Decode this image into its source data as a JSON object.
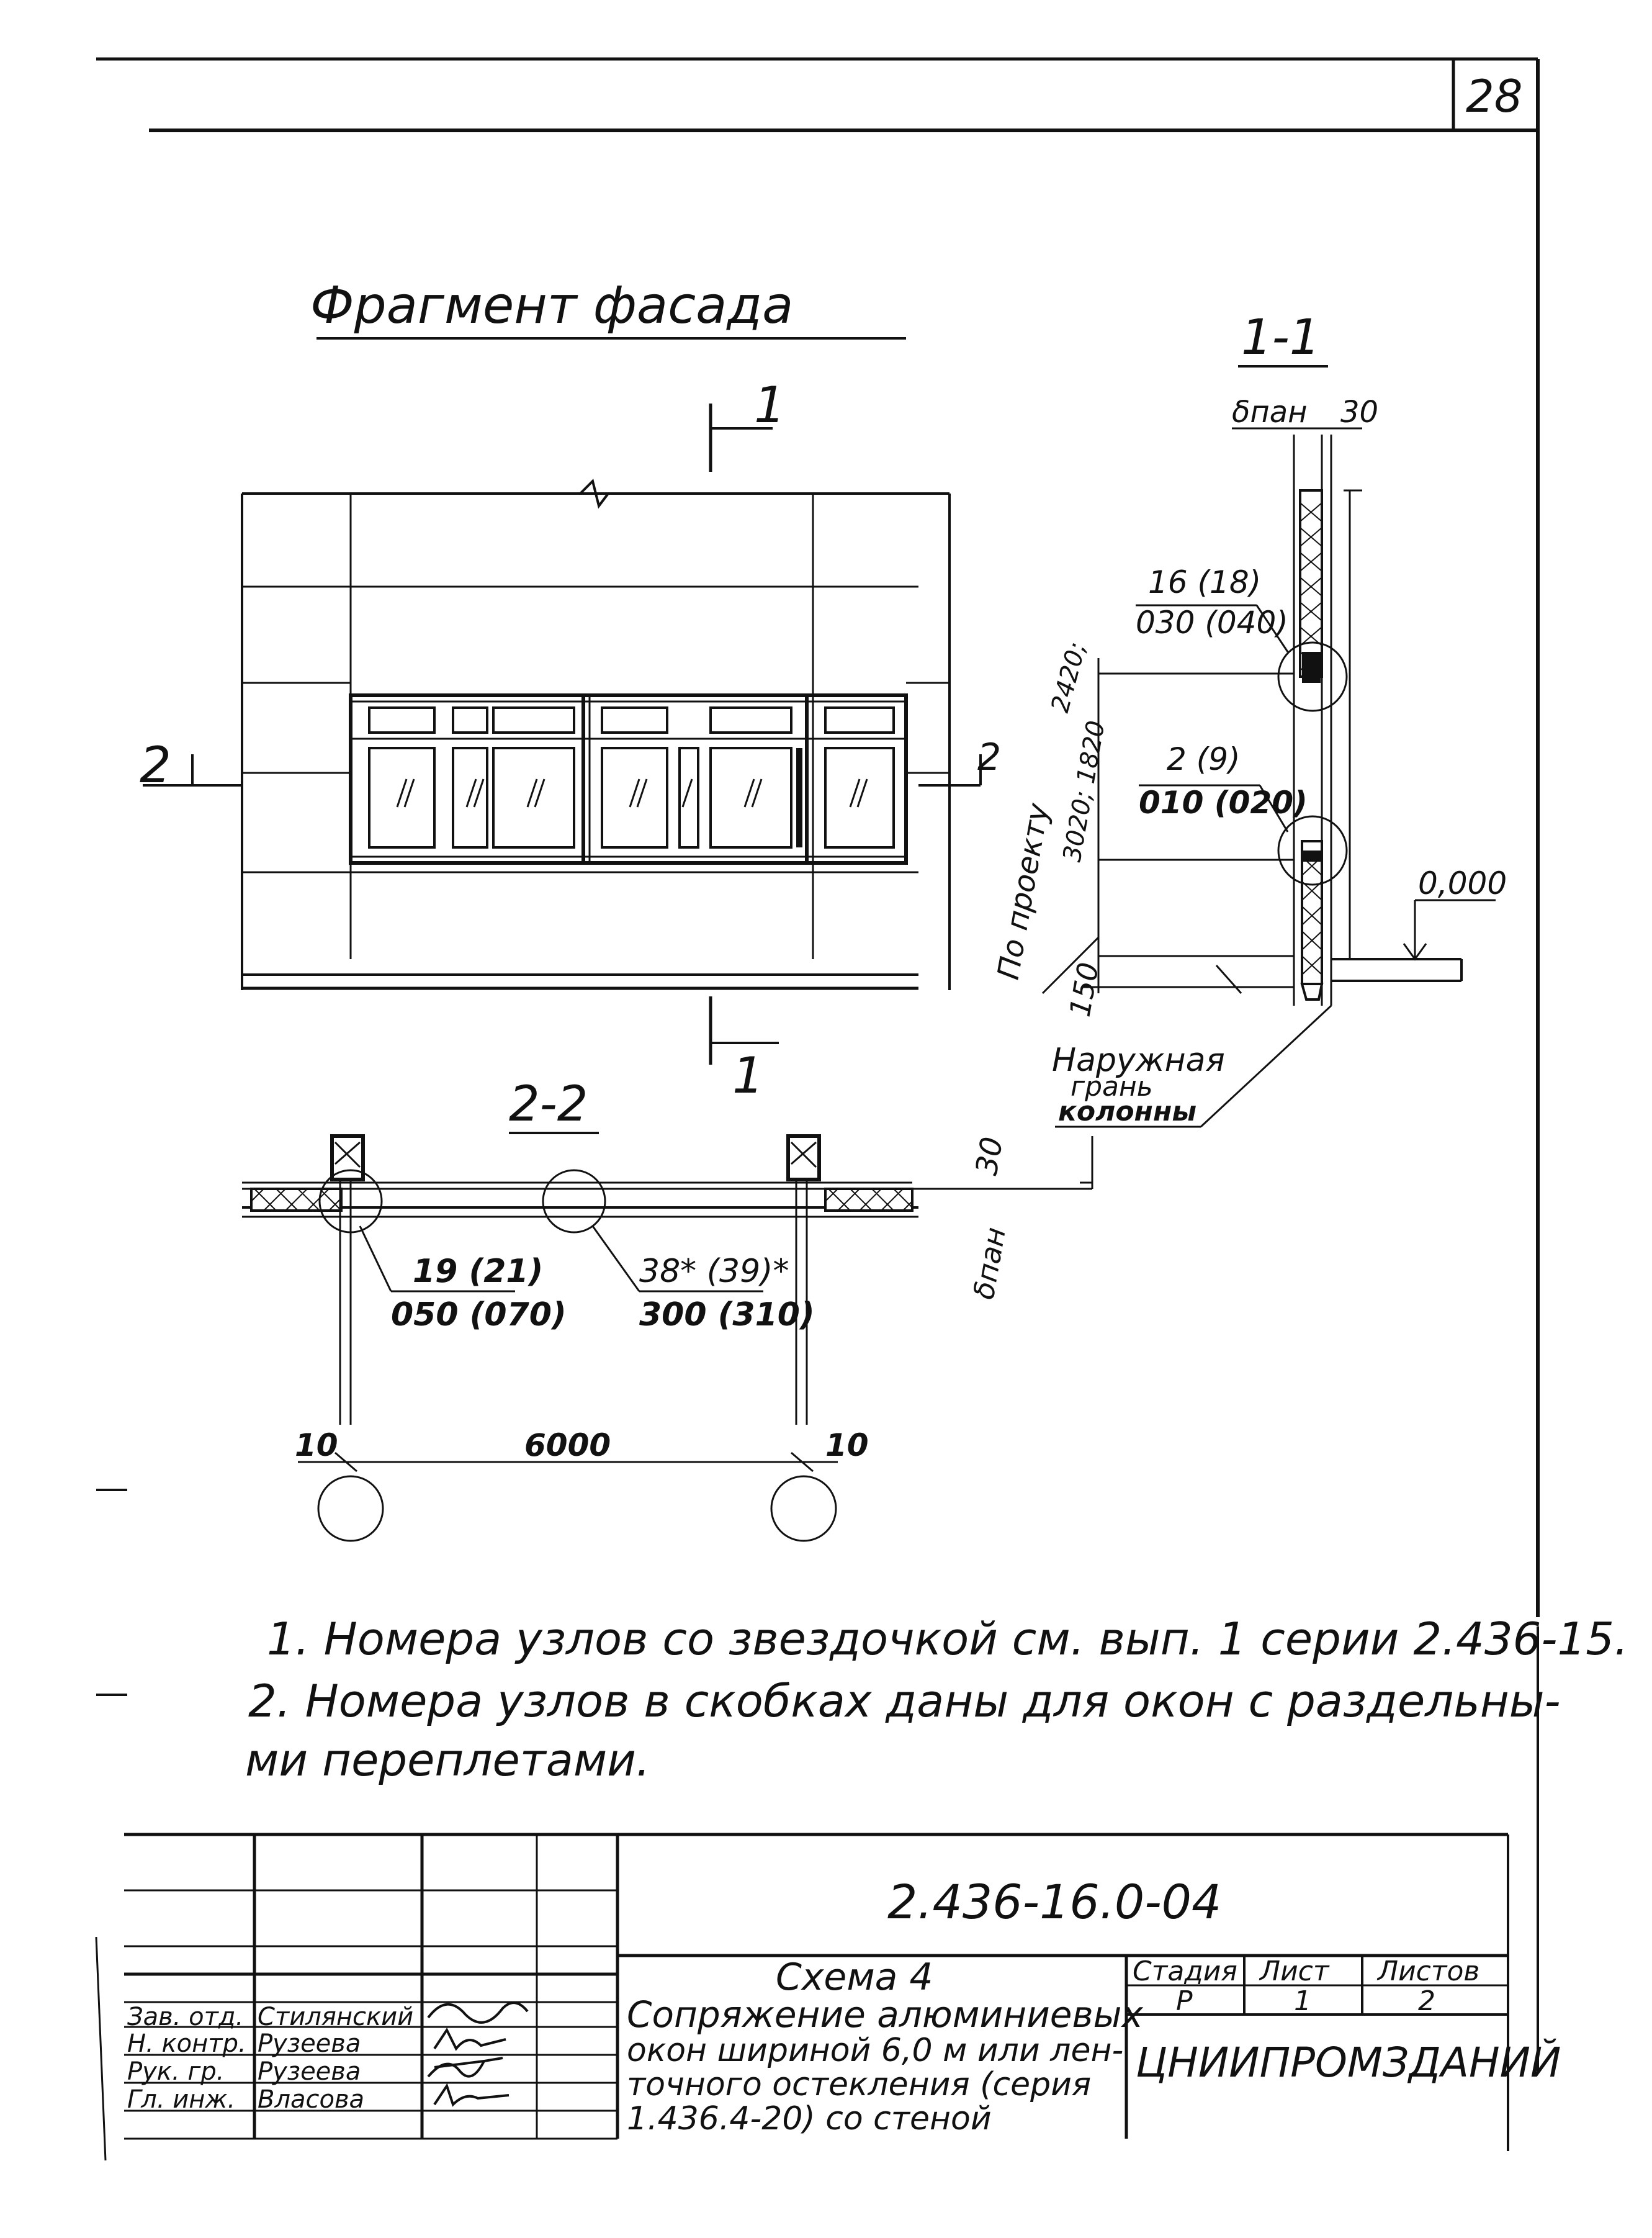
{
  "sheet": {
    "page_number": "28",
    "section_axis_label_1": "1",
    "section_axis_label_2": "2"
  },
  "facade": {
    "title": "Фрагмент фасада"
  },
  "section_1_1": {
    "title": "1-1",
    "top_label_bpan": "δпан",
    "top_label_30": "30",
    "node_upper_num": "16 (18)",
    "node_upper_code": "030 (040)",
    "node_lower_num": "2 (9)",
    "node_lower_code": "010 (020)",
    "vertical_dim_label": "По проекту",
    "vertical_dim_values_a": "2420;",
    "vertical_dim_values_b": "3020; 1820",
    "dim_150": "150",
    "level_mark": "0,000",
    "outer_face_label_1": "Наружная",
    "outer_face_label_2": "грань",
    "outer_face_label_3": "колонны"
  },
  "section_2_2": {
    "title": "2-2",
    "dim_30": "30",
    "dim_bpan": "δпан",
    "node_left_num": "19 (21)",
    "node_left_code": "050 (070)",
    "node_mid_num": "38* (39)*",
    "node_mid_code": "300 (310)",
    "dim_left_10": "10",
    "dim_span": "6000",
    "dim_right_10": "10"
  },
  "notes": {
    "line1": "1. Номера узлов со звездочкой см. вып. 1 серии 2.436-15.",
    "line2": "2. Номера узлов в скобках даны для окон с раздельны-",
    "line3": "ми переплетами."
  },
  "title_block": {
    "document_code": "2.436-16.0-04",
    "scheme_title": "Схема 4",
    "description_l1": "Сопряжение алюминиевых",
    "description_l2": "окон шириной 6,0 м или лен-",
    "description_l3": "точного остекления (серия",
    "description_l4": "1.436.4-20) со стеной",
    "stage_header": "Стадия",
    "sheet_header": "Лист",
    "sheets_header": "Листов",
    "stage_value": "Р",
    "sheet_value": "1",
    "sheets_value": "2",
    "organization": "ЦНИИПРОМЗДАНИЙ",
    "signatures": [
      {
        "role": "Зав. отд.",
        "name": "Стилянский"
      },
      {
        "role": "Н. контр.",
        "name": "Рузеева"
      },
      {
        "role": "Рук. гр.",
        "name": "Рузеева"
      },
      {
        "role": "Гл. инж.",
        "name": "Власова"
      }
    ]
  }
}
